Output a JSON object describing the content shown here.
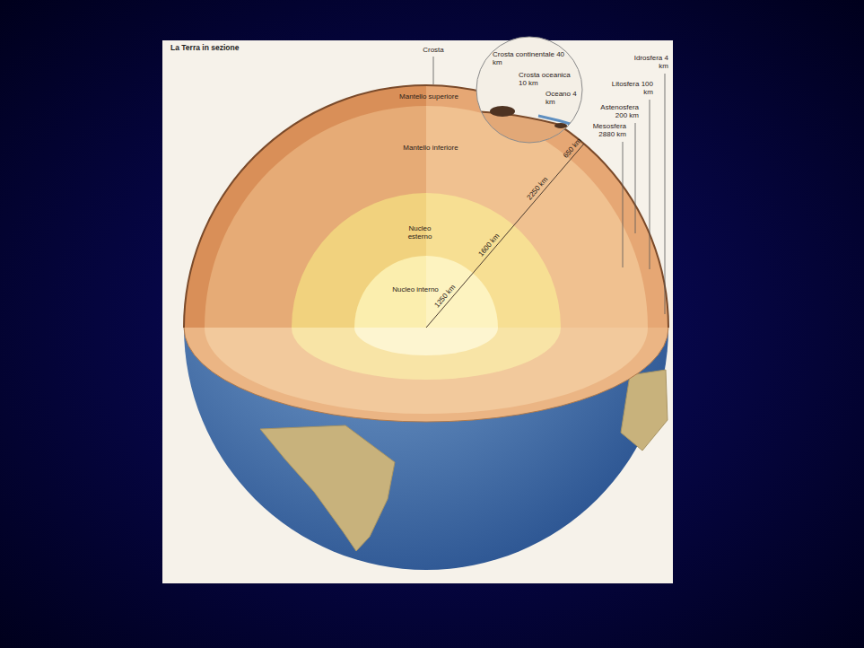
{
  "diagram": {
    "title": "La Terra in sezione",
    "labels": [
      "Crosta",
      "Crosta continentale 40 km",
      "Crosta oceanica 10 km",
      "Oceano 4 km",
      "Idrosfera 4 km",
      "Litosfera 100 km",
      "Astenosfera 200 km",
      "Mesosfera 2880 km",
      "Mantello superiore",
      "Mantello inferiore",
      "650 km",
      "2250 km",
      "Nucleo esterno",
      "1600 km",
      "Nucleo interno",
      "1250 km"
    ]
  }
}
